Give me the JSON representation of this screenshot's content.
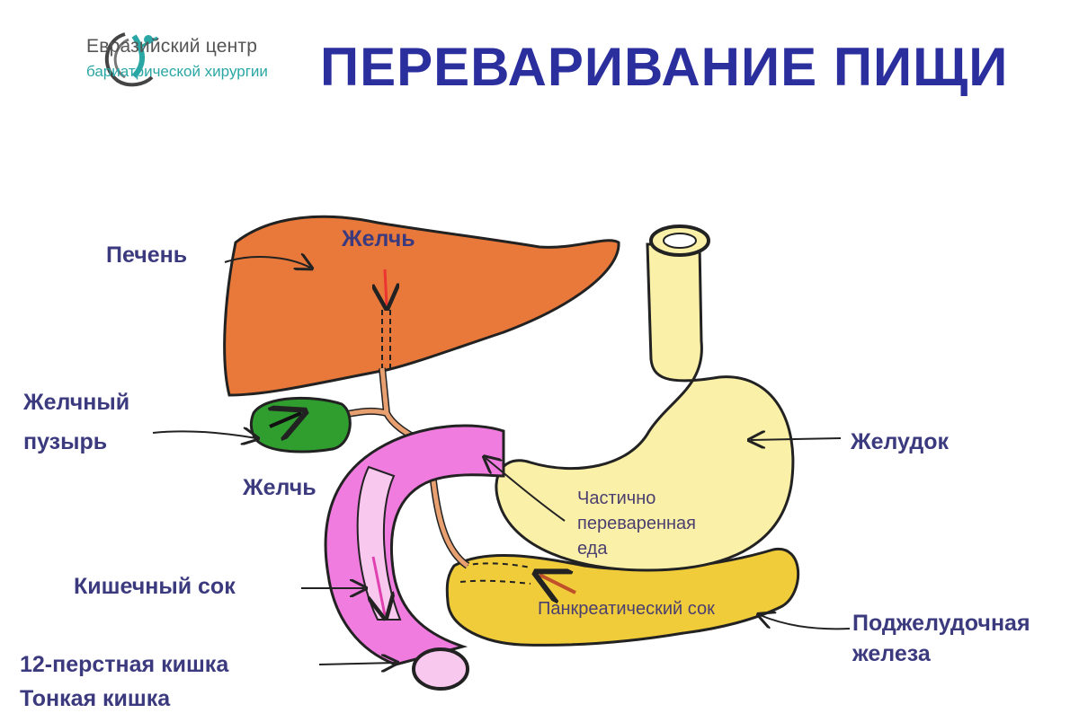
{
  "logo": {
    "line1": "Евразийский центр",
    "line2": "бариатрической хирургии"
  },
  "title": "ПЕРЕВАРИВАНИЕ ПИЩИ",
  "labels": {
    "liver": "Печень",
    "bile_top": "Желчь",
    "gallbladder_1": "Желчный",
    "gallbladder_2": "пузырь",
    "bile_bottom": "Желчь",
    "stomach": "Желудок",
    "partial_1": "Частично",
    "partial_2": "переваренная",
    "partial_3": "еда",
    "intestinal_juice": "Кишечный сок",
    "duodenum": "12-перстная кишка",
    "small_intestine": "Тонкая кишка",
    "pancreatic_juice": "Панкреатический сок",
    "pancreas_1": "Поджелудочная",
    "pancreas_2": "железа"
  },
  "colors": {
    "title": "#2b2f9e",
    "label": "#3c3a7e",
    "liver": "#e8793a",
    "gallbladder": "#2f9e2f",
    "stomach": "#fbf0a8",
    "duodenum": "#f07ce0",
    "pancreas": "#f0cc3a"
  }
}
